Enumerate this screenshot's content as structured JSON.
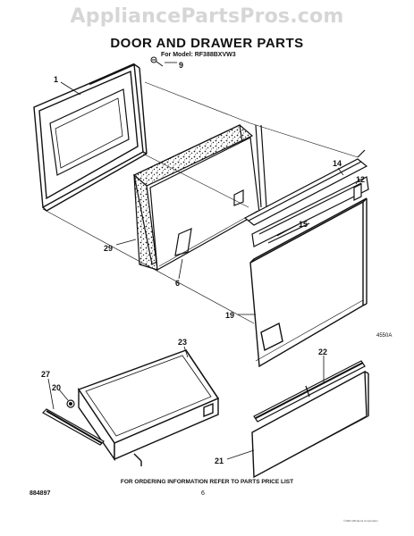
{
  "watermark": "AppliancePartsPros.com",
  "title": "DOOR AND DRAWER PARTS",
  "model_line": "For Model: RF388BXVW3",
  "figure_code": "4550A",
  "footer_text": "FOR ORDERING INFORMATION REFER TO PARTS PRICE LIST",
  "page_number": "6",
  "document_number": "884897",
  "fine_print_right": "©1994 Whirlpool Corporation",
  "fine_print_left": "",
  "callouts": {
    "c1": "1",
    "c9": "9",
    "c29": "29",
    "c6": "6",
    "c14": "14",
    "c12": "12",
    "c15": "15",
    "c19": "19",
    "c23": "23",
    "c27": "27",
    "c20": "20",
    "c22": "22",
    "c21": "21"
  }
}
